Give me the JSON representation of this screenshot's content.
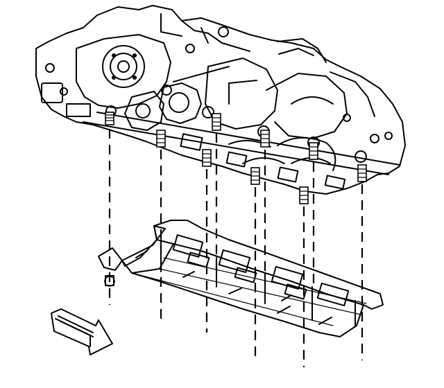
{
  "diagram": {
    "ink_color": "#000000",
    "paper_color": "#ffffff",
    "bolts": [
      {
        "id": 1,
        "label": ""
      },
      {
        "id": 2,
        "label": ""
      },
      {
        "id": 3,
        "label": ""
      },
      {
        "id": 4,
        "label": ""
      },
      {
        "id": 5,
        "label": ""
      },
      {
        "id": 6,
        "label": ""
      },
      {
        "id": 7,
        "label": ""
      }
    ],
    "icons": {
      "direction_arrow": "front-direction-arrow-icon"
    }
  }
}
